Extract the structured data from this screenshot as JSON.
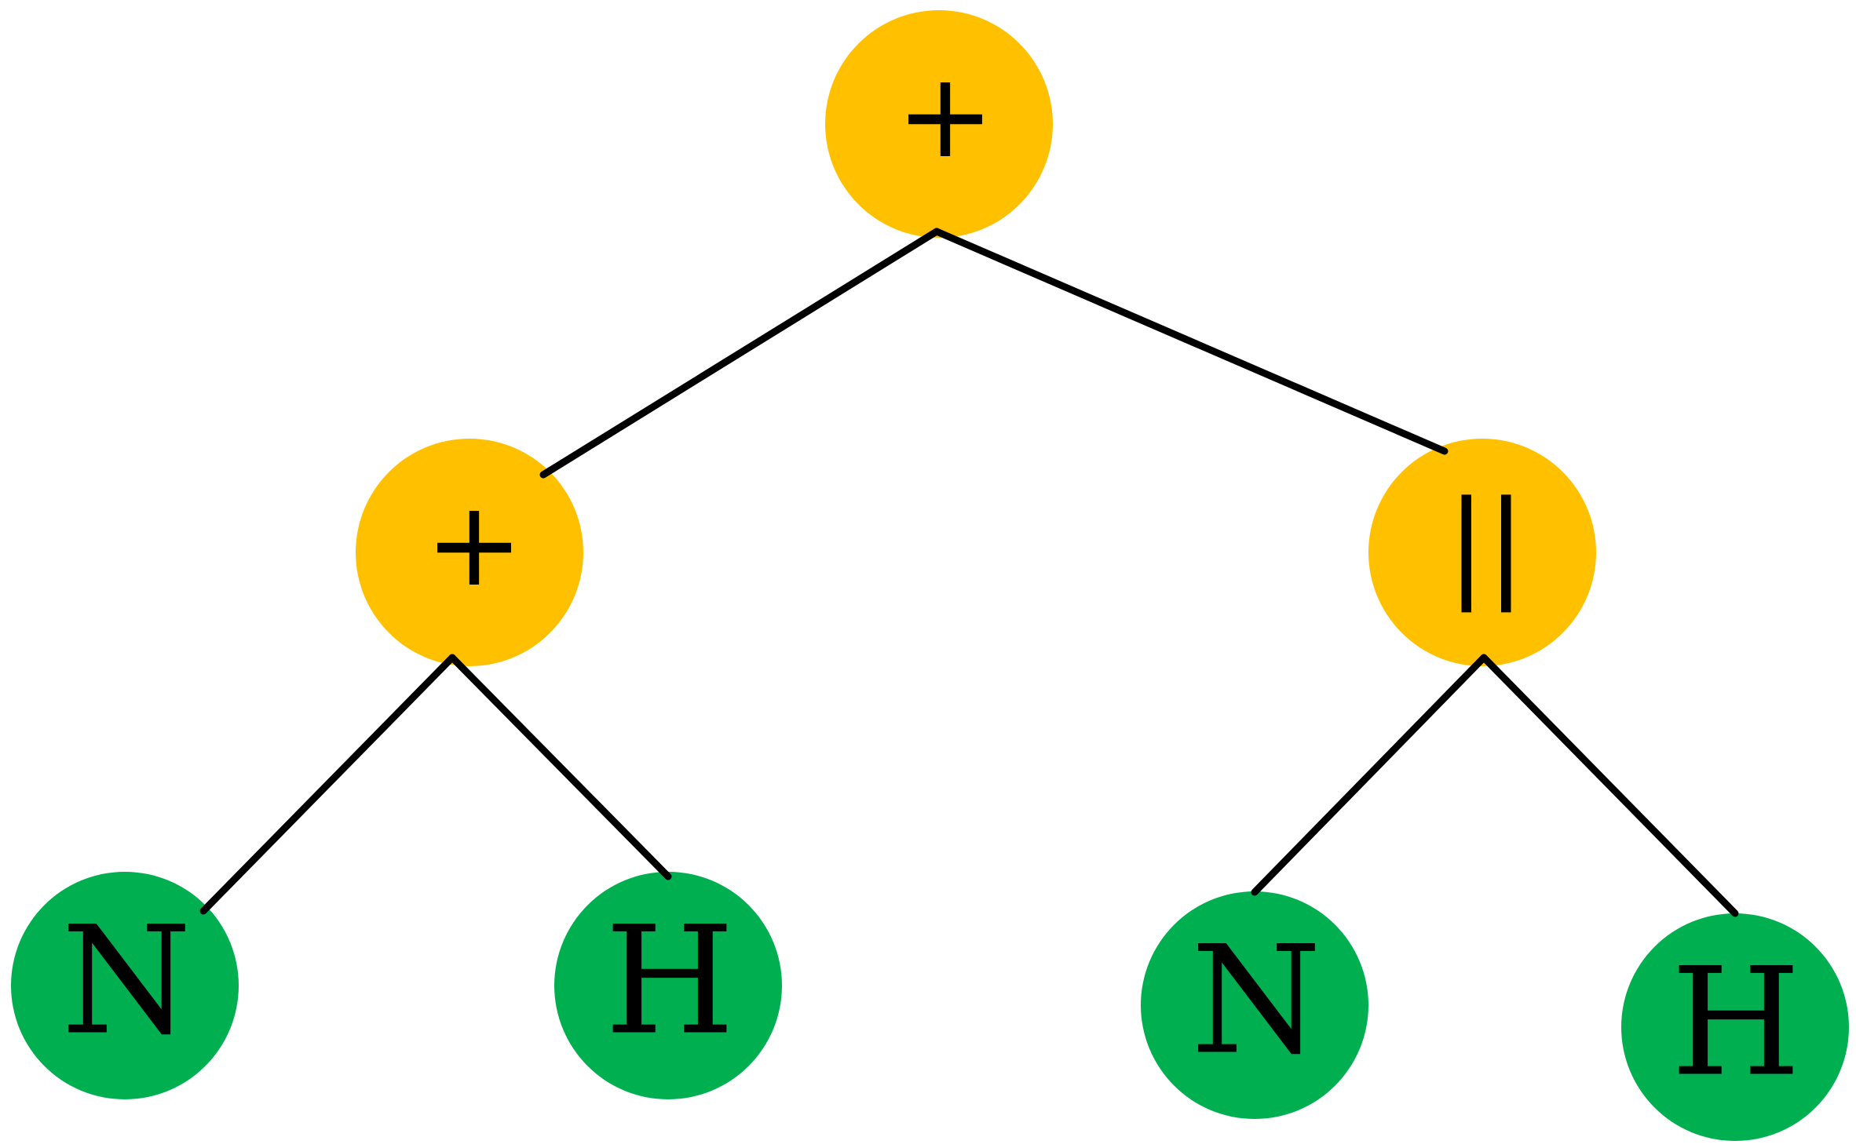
{
  "colors": {
    "operator_node": "#FFC000",
    "leaf_node": "#00B050",
    "edge": "#000000",
    "label": "#000000"
  },
  "tree": {
    "root": {
      "label": "+",
      "kind": "operator"
    },
    "left_op": {
      "label": "+",
      "kind": "operator"
    },
    "right_op": {
      "label": "||",
      "kind": "operator"
    },
    "leaf_1": {
      "label": "N",
      "kind": "leaf"
    },
    "leaf_2": {
      "label": "H",
      "kind": "leaf"
    },
    "leaf_3": {
      "label": "N",
      "kind": "leaf"
    },
    "leaf_4": {
      "label": "H",
      "kind": "leaf"
    }
  }
}
